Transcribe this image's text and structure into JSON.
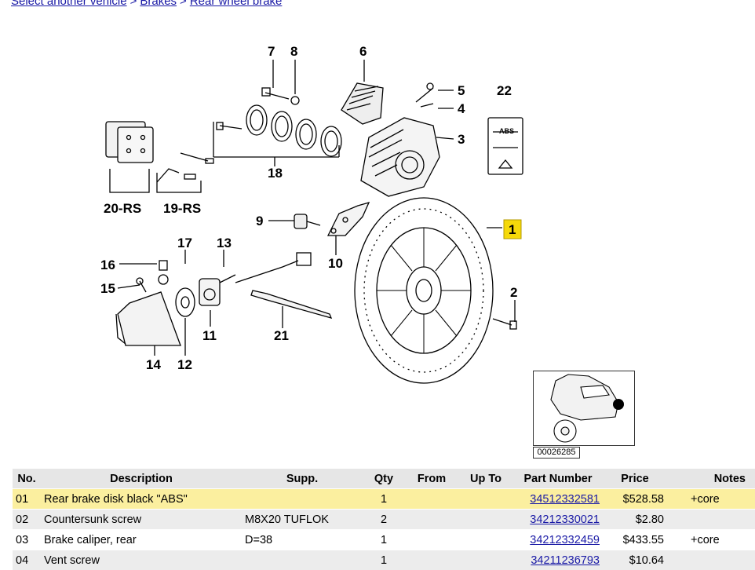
{
  "breadcrumb": {
    "items": [
      "Select another vehicle",
      "Brakes",
      "Rear wheel brake"
    ],
    "separator": ">"
  },
  "diagram": {
    "callouts": [
      "7",
      "8",
      "6",
      "5",
      "4",
      "3",
      "22",
      "18",
      "20-RS",
      "19-RS",
      "9",
      "1",
      "10",
      "17",
      "13",
      "16",
      "15",
      "2",
      "11",
      "21",
      "14",
      "12"
    ],
    "highlighted_callout": "1",
    "abs_label": "ABS",
    "thumbnail_id": "00026285"
  },
  "table": {
    "headers": [
      "No.",
      "Description",
      "Supp.",
      "Qty",
      "From",
      "Up To",
      "Part Number",
      "Price",
      "Notes"
    ],
    "rows": [
      {
        "no": "01",
        "description": "Rear brake disk black \"ABS\"",
        "supp": "",
        "qty": "1",
        "from": "",
        "upto": "",
        "part_number": "34512332581",
        "price": "$528.58",
        "notes": "+core"
      },
      {
        "no": "02",
        "description": "Countersunk screw",
        "supp": "M8X20 TUFLOK",
        "qty": "2",
        "from": "",
        "upto": "",
        "part_number": "34212330021",
        "price": "$2.80",
        "notes": ""
      },
      {
        "no": "03",
        "description": "Brake caliper, rear",
        "supp": "D=38",
        "qty": "1",
        "from": "",
        "upto": "",
        "part_number": "34212332459",
        "price": "$433.55",
        "notes": "+core"
      },
      {
        "no": "04",
        "description": "Vent screw",
        "supp": "",
        "qty": "1",
        "from": "",
        "upto": "",
        "part_number": "34211236793",
        "price": "$10.64",
        "notes": ""
      }
    ]
  },
  "colors": {
    "link": "#1a1aa6",
    "highlight_row": "#fbef9f",
    "header_bg": "#e6e6e6",
    "callout_box": "#f5d90a"
  }
}
